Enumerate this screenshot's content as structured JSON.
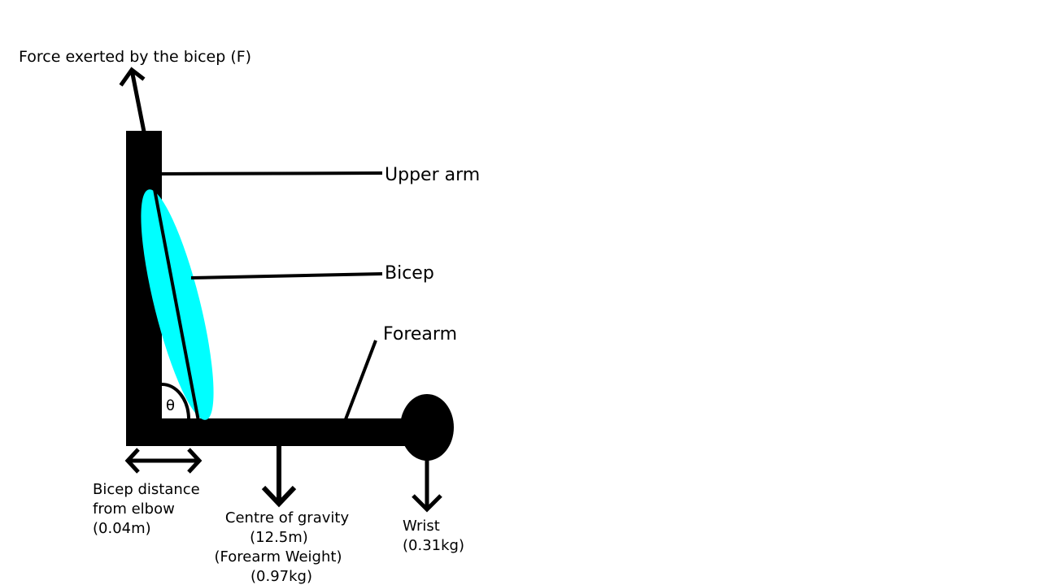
{
  "diagram": {
    "labels": {
      "bicep_force": "Force exerted by the bicep (F)",
      "upper_arm": "Upper arm",
      "bicep": "Bicep",
      "forearm": "Forearm",
      "angle": "θ",
      "bicep_distance": [
        "Bicep distance",
        "from elbow",
        "(0.04m)"
      ],
      "centre_of_gravity": [
        "Centre of gravity",
        "(12.5m)",
        "(Forearm Weight)",
        "(0.97kg)"
      ],
      "wrist": [
        "Wrist",
        "(0.31kg)"
      ]
    },
    "colors": {
      "limb": "#000000",
      "muscle": "#00ffff",
      "background": "#ffffff"
    }
  }
}
